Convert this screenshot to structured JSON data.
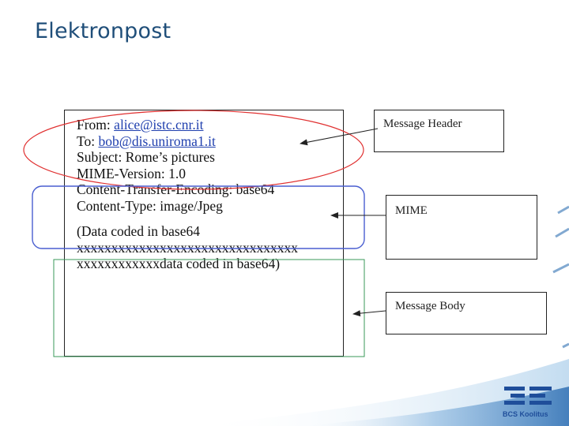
{
  "slide": {
    "title": "Elektronpost"
  },
  "email": {
    "from_label": "From: ",
    "from_address": "alice@istc.cnr.it",
    "to_label": "To: ",
    "to_address": "bob@dis.uniroma1.it",
    "subject": "Subject: Rome’s pictures",
    "mime_version": "MIME-Version: 1.0",
    "transfer_encoding": "Content-Transfer-Encoding: base64",
    "content_type": "Content-Type: image/Jpeg",
    "body_line1": "(Data coded in base64",
    "body_line2": "xxxxxxxxxxxxxxxxxxxxxxxxxxxxxxxx",
    "body_line3": "xxxxxxxxxxxxdata coded in base64)"
  },
  "labels": {
    "header": "Message Header",
    "mime": "MIME",
    "body": "Message Body"
  },
  "logo": {
    "text": "BCS Koolitus"
  },
  "colors": {
    "title": "#1f4e79",
    "header_ellipse": "#e03030",
    "mime_outline": "#4a5fd0",
    "body_outline": "#3a9a5a",
    "link": "#1f3fae",
    "logo": "#1f4e9a"
  }
}
